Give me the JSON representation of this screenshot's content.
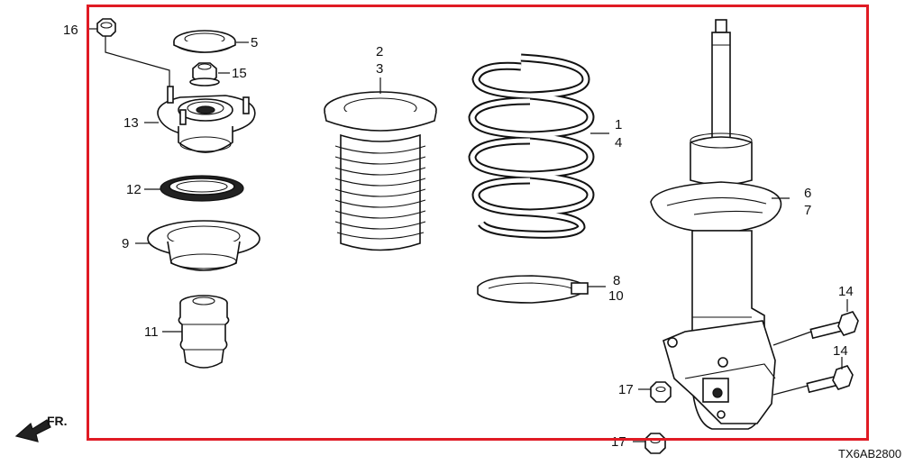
{
  "diagram": {
    "code": "TX6AB2800",
    "direction_label": "FR.",
    "colors": {
      "frame": "#e01b24",
      "line": "#111111"
    },
    "callouts": {
      "c16": "16",
      "c5": "5",
      "c15": "15",
      "c13": "13",
      "c12": "12",
      "c9": "9",
      "c11": "11",
      "c2": "2",
      "c3": "3",
      "c1": "1",
      "c4": "4",
      "c8": "8",
      "c10": "10",
      "c6": "6",
      "c7": "7",
      "c14a": "14",
      "c14b": "14",
      "c17a": "17",
      "c17b": "17"
    }
  }
}
